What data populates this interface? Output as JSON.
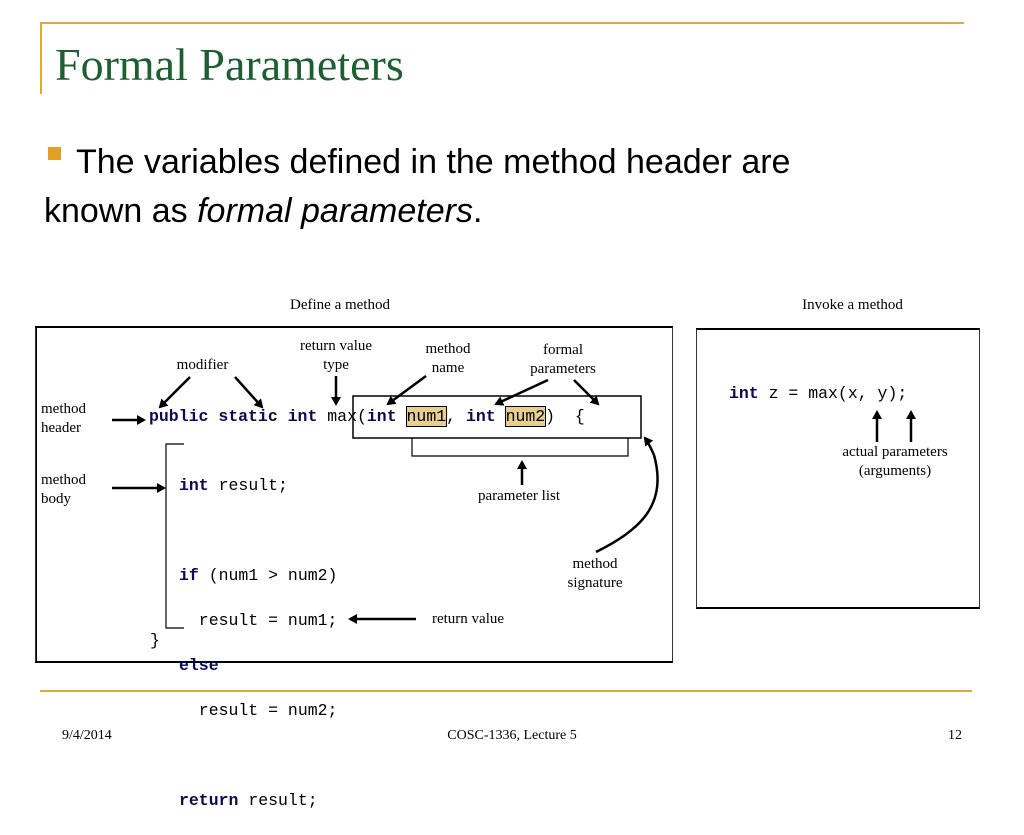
{
  "slide": {
    "title": "Formal Parameters",
    "bullet": {
      "text_before": "The variables defined in the method header are",
      "text_line2": "known as ",
      "text_italic": "formal parameters",
      "text_after": "."
    }
  },
  "diagram": {
    "define_caption": "Define a method",
    "invoke_caption": "Invoke a method",
    "labels": {
      "modifier": "modifier",
      "return_value_type_1": "return value",
      "return_value_type_2": "type",
      "method_name_1": "method",
      "method_name_2": "name",
      "formal_parameters_1": "formal",
      "formal_parameters_2": "parameters",
      "method_header_1": "method",
      "method_header_2": "header",
      "method_body_1": "method",
      "method_body_2": "body",
      "parameter_list": "parameter list",
      "method_signature_1": "method",
      "method_signature_2": "signature",
      "return_value": "return value",
      "actual_parameters_1": "actual parameters",
      "actual_parameters_2": "(arguments)"
    },
    "code": {
      "kw_public": "public",
      "kw_static": "static",
      "kw_int": "int",
      "max_open": "max(",
      "kw_int_p1": "int",
      "num1": "num1",
      "comma": ",",
      "kw_int_p2": "int",
      "num2": "num2",
      "close_brace": ")  {",
      "kw_int_result": "int",
      "result_decl": " result;",
      "kw_if": "if",
      "if_cond": " (num1 > num2)",
      "assign1": "  result = num1;",
      "kw_else": "else",
      "assign2": "  result = num2;",
      "kw_return": "return",
      "return_expr": " result;",
      "end_brace": "}"
    },
    "invoke_code": {
      "kw_int": "int",
      "rest": " z = max(x, y);"
    }
  },
  "footer": {
    "date": "9/4/2014",
    "course": "COSC-1336, Lecture 5",
    "page": "12"
  },
  "colors": {
    "title": "#1c5f33",
    "accent": "#e0a93a",
    "highlight": "#e7cf8f",
    "keyword": "#0a0a55"
  }
}
